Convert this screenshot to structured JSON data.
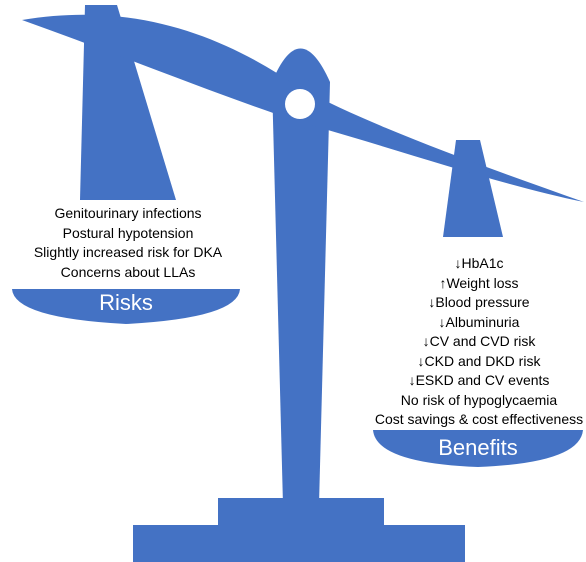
{
  "colors": {
    "scale": "#4472c4",
    "pivot_center": "#ffffff",
    "text": "#000000",
    "pan_label": "#ffffff"
  },
  "risks": {
    "label": "Risks",
    "items": [
      "Genitourinary infections",
      "Postural hypotension",
      "Slightly increased risk for DKA",
      "Concerns about LLAs"
    ]
  },
  "benefits": {
    "label": "Benefits",
    "items": [
      "↓HbA1c",
      "↑Weight loss",
      "↓Blood pressure",
      "↓Albuminuria",
      "↓CV and CVD risk",
      "↓CKD and DKD risk",
      "↓ESKD and CV events",
      "No risk of hypoglycaemia",
      "Cost savings & cost effectiveness"
    ]
  }
}
